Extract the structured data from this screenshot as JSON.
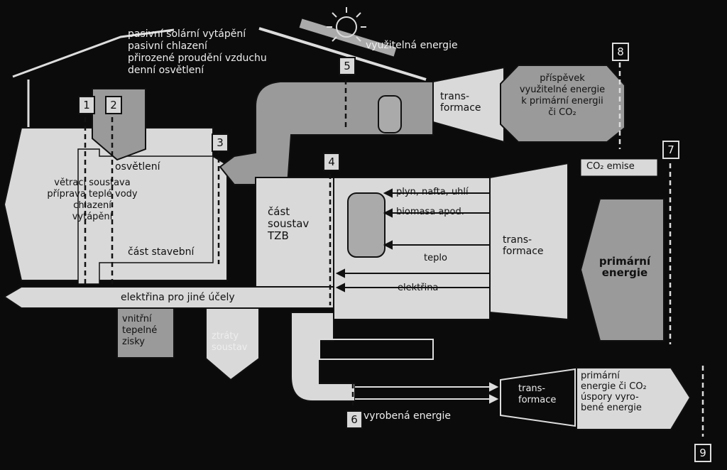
{
  "labels": {
    "passive": "pasivní solární vytápění\npasivní chlazení\npřirozené proudění vzduchu\ndenní osvětlení",
    "usable_energy": "využitelná energie",
    "contribution": "příspěvek\nvyužitelné energie\nk primární energii\nči CO₂",
    "transformation_top": "trans-\nformace",
    "lighting": "osvětlení",
    "building_services": "větrací soustava\npříprava teplé vody\nchlazení\nvytápění",
    "building_part": "část stavební",
    "tzb_part": "část\nsoustav\nTZB",
    "co2_emission": "CO₂ emise",
    "fuels": "plyn, nafta, uhlí",
    "biomass": "biomasa apod.",
    "heat": "teplo",
    "electricity": "elektřina",
    "transformation_right": "trans-\nformace",
    "primary_energy": "primární\nenergie",
    "electricity_other": "elektřina pro jiné účely",
    "internal_gains": "vnitřní\ntepelné\nzisky",
    "system_losses": "ztráty\nsoustav",
    "produced_energy": "vyrobená energie",
    "transformation_bottom": "trans-\nformace",
    "savings": "primární\nenergie či CO₂\núspory vyro-\nbené energie"
  },
  "markers": [
    "1",
    "2",
    "3",
    "4",
    "5",
    "6",
    "7",
    "8",
    "9"
  ],
  "colors": {
    "background": "#0b0b0b",
    "light_fill": "#d9d9d9",
    "gray_fill": "#9a9a9a",
    "stroke": "#111111",
    "white_text": "#eeeeee"
  }
}
